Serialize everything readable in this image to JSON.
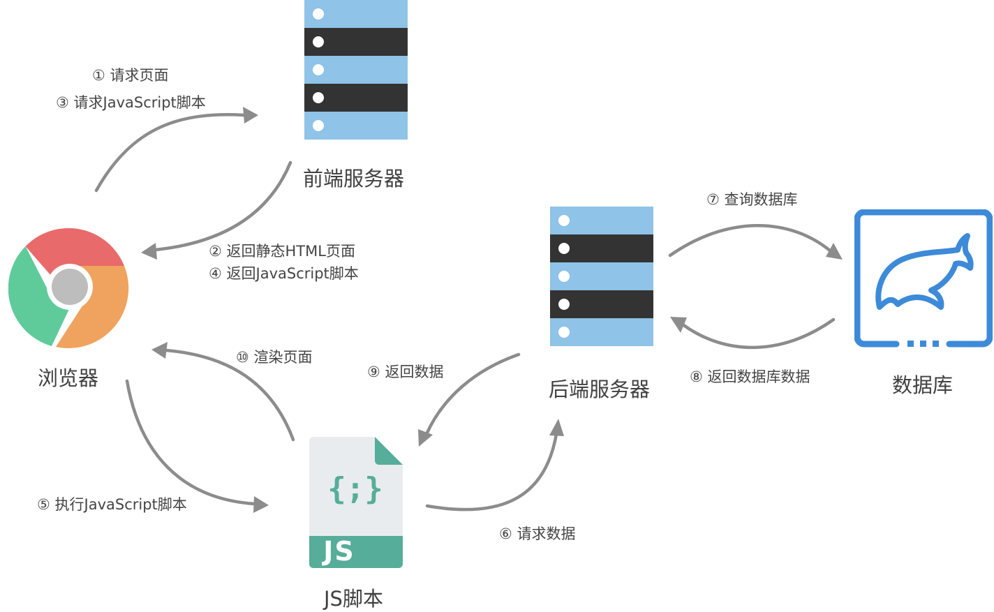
{
  "colors": {
    "server_light": "#8fc3e7",
    "server_dark": "#333333",
    "dot": "#ffffff",
    "arrow": "#8c8c8c",
    "db_blue": "#3d8ad8",
    "js_green": "#56ad9a",
    "js_doc": "#e9ecee",
    "chrome_red": "#e96a6a",
    "chrome_green": "#5fcb9b",
    "chrome_orange": "#efa35e",
    "chrome_center": "#bdbdbd"
  },
  "nodes": {
    "frontend": {
      "title": "前端服务器",
      "icon": "server-stack-icon"
    },
    "backend": {
      "title": "后端服务器",
      "icon": "server-stack-icon"
    },
    "browser": {
      "title": "浏览器",
      "icon": "chrome-browser-icon"
    },
    "js_script": {
      "title": "JS脚本",
      "icon": "js-file-icon",
      "file_label": "JS",
      "file_symbol": "{;}"
    },
    "database": {
      "title": "数据库",
      "icon": "mysql-dolphin-icon"
    }
  },
  "steps": {
    "s1": "① 请求页面",
    "s3": "③ 请求JavaScript脚本",
    "s2": "② 返回静态HTML页面",
    "s4": "④ 返回JavaScript脚本",
    "s5": "⑤ 执行JavaScript脚本",
    "s6": "⑥ 请求数据",
    "s7": "⑦ 查询数据库",
    "s8": "⑧ 返回数据库数据",
    "s9": "⑨ 返回数据",
    "s10": "⑩ 渲染页面"
  }
}
